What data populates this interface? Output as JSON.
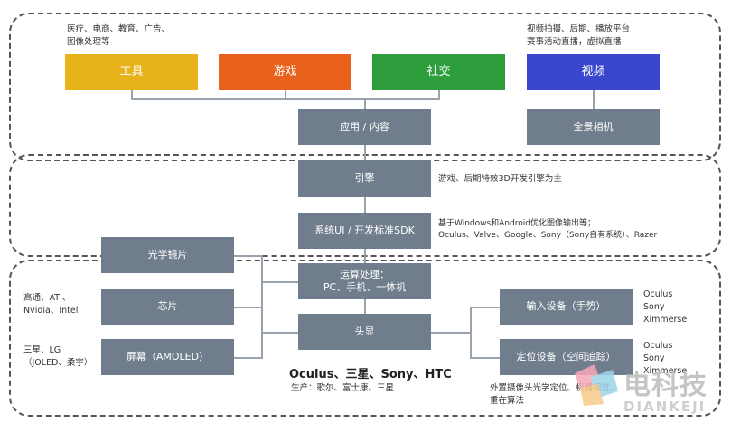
{
  "top": {
    "notes": {
      "tools": "医疗、电商、教育、广告、\n图像处理等",
      "video": "视频拍摄、后期、播放平台\n赛事活动直播，虚拟直播"
    },
    "categories": [
      {
        "label": "工具",
        "color": "#e8b21a"
      },
      {
        "label": "游戏",
        "color": "#e8621b"
      },
      {
        "label": "社交",
        "color": "#2e9e3c"
      },
      {
        "label": "视频",
        "color": "#3b46cf"
      }
    ],
    "app_content": "应用 / 内容",
    "panorama_camera": "全景相机"
  },
  "middle": {
    "engine": "引擎",
    "engine_note": "游戏、后期特效3D开发引擎为主",
    "sdk": "系统UI / 开发标准SDK",
    "sdk_note": "基于Windows和Android优化图像输出等；\nOculus、Valve、Google、Sony（Sony自有系统）、Razer"
  },
  "bottom": {
    "optics": "光学镜片",
    "chip": "芯片",
    "chip_note": "高通、ATI、\nNvidia、Intel",
    "screen": "屏幕（AMOLED）",
    "screen_note": "三星、LG\n（JOLED、柔宇）",
    "compute": "运算处理：\nPC、手机、一体机",
    "headset": "头显",
    "headset_brands": "Oculus、三星、Sony、HTC",
    "headset_producers": "生产：歌尔、富士康、三星",
    "input": "输入设备（手势）",
    "input_note": "Oculus\nSony\nXimmerse",
    "tracking": "定位设备（空间追踪）",
    "tracking_note": "Oculus\nSony\nXimmerse",
    "tracking_desc": "外置摄像头光学定位、机器视觉、\n重在算法"
  },
  "watermark": {
    "cn": "电科技",
    "en": "DIANKEJI"
  }
}
